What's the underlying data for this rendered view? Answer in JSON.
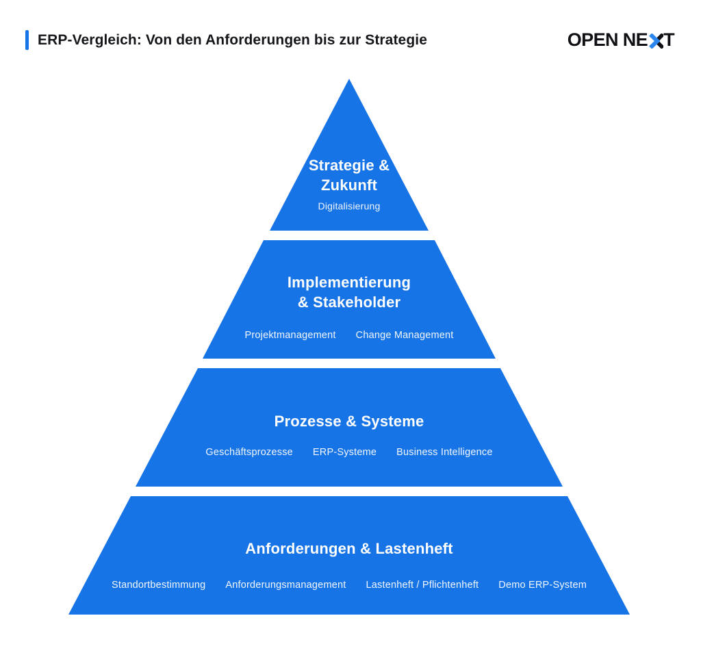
{
  "header": {
    "title": "ERP-Vergleich: Von den Anforderungen bis zur Strategie",
    "accent_color": "#1774E6",
    "title_color": "#14161A",
    "logo": {
      "full": "OPEN NEXT",
      "text_left": "OPEN NE",
      "text_right": "T",
      "text_color": "#101114",
      "x_blue": "#2B87EE",
      "x_black": "#101114"
    }
  },
  "pyramid": {
    "fill_color": "#1774E6",
    "text_color": "#FFFFFF",
    "tiers": [
      {
        "id": "strategie-zukunft",
        "title_line1": "Strategie &",
        "title_line2": "Zukunft",
        "items": [
          "Digitalisierung"
        ]
      },
      {
        "id": "implementierung-stakeholder",
        "title_line1": "Implementierung",
        "title_line2": "& Stakeholder",
        "items": [
          "Projektmanagement",
          "Change Management"
        ]
      },
      {
        "id": "prozesse-systeme",
        "title_line1": "Prozesse & Systeme",
        "title_line2": "",
        "items": [
          "Geschäftsprozesse",
          "ERP-Systeme",
          "Business Intelligence"
        ]
      },
      {
        "id": "anforderungen-lastenheft",
        "title_line1": "Anforderungen & Lastenheft",
        "title_line2": "",
        "items": [
          "Standortbestimmung",
          "Anforderungsmanagement",
          "Lastenheft / Pflichtenheft",
          "Demo ERP-System"
        ]
      }
    ]
  }
}
